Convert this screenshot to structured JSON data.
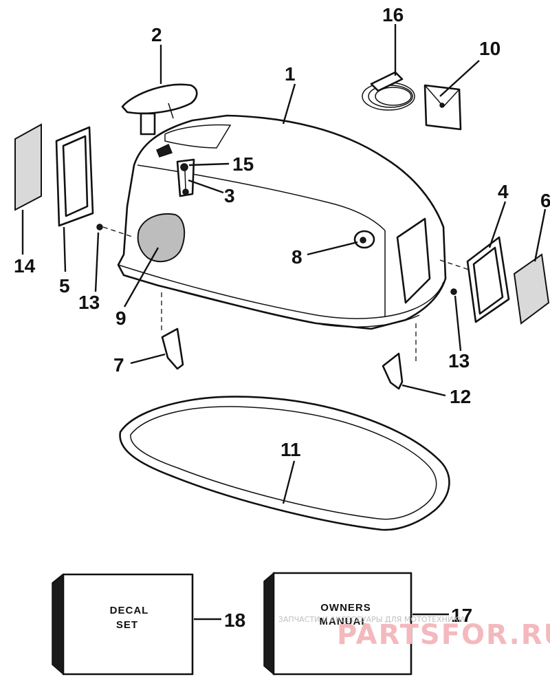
{
  "callouts": [
    "1",
    "2",
    "3",
    "4",
    "5",
    "6",
    "7",
    "8",
    "9",
    "10",
    "11",
    "12",
    "13",
    "13",
    "14",
    "15",
    "16",
    "17",
    "18"
  ],
  "boxes": {
    "decal_line1": "DECAL",
    "decal_line2": "SET",
    "manual_line1": "OWNERS",
    "manual_line2": "MANUAL"
  },
  "watermark": {
    "caption": "ЗАПЧАСТИ И АКСЕССУАРЫ ДЛЯ МОТОТЕХНИКИ",
    "site": "PARTSFOR.RU"
  }
}
